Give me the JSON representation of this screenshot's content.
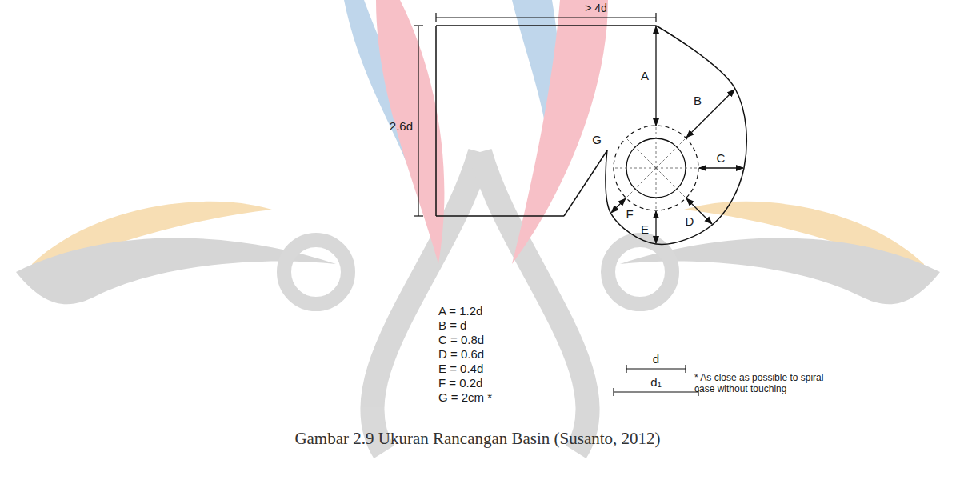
{
  "diagram": {
    "caption": "Gambar 2.9 Ukuran Rancangan Basin (Susanto, 2012)",
    "labels": [
      "> 4d",
      "2.6d",
      "A",
      "B",
      "C",
      "G",
      "F",
      "D",
      "E",
      "A = 1.2d",
      "B = d",
      "C = 0.8d",
      "D = 0.6d",
      "E = 0.4d",
      "F = 0.2d",
      "G = 2cm *",
      "d",
      "d₁",
      "* As close as possible to spiral case without touching"
    ]
  }
}
